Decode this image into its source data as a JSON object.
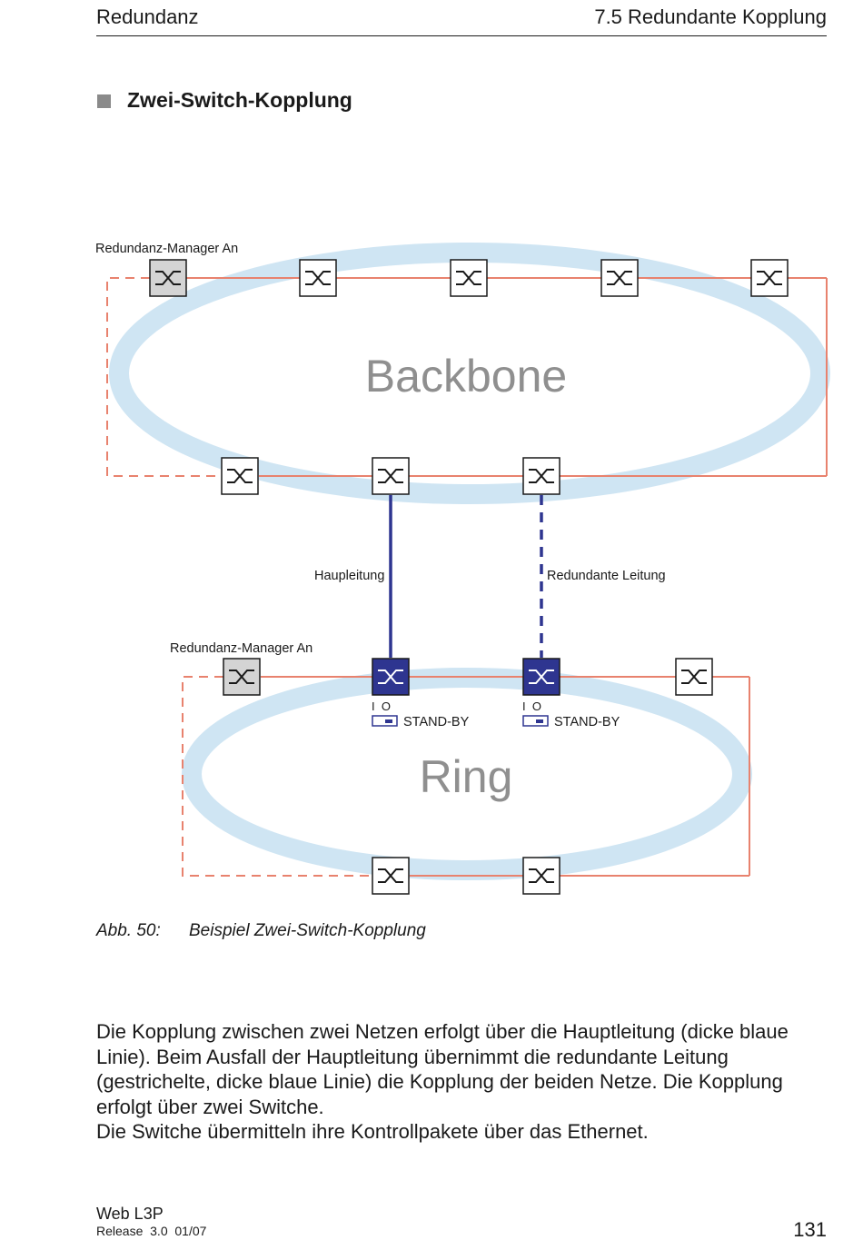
{
  "header": {
    "chapter": "Redundanz",
    "section": "7.5  Redundante Kopplung"
  },
  "section_title": "Zwei-Switch-Kopplung",
  "figure": {
    "labels": {
      "backbone_manager": "Redundanz-Manager An",
      "ring_manager": "Redundanz-Manager An",
      "main_line": "Haupleitung",
      "redundant_line": "Redundante Leitung",
      "backbone": "Backbone",
      "ring": "Ring",
      "io_main": "I  O",
      "io_redundant": "I  O",
      "standby_main": "STAND-BY",
      "standby_redundant": "STAND-BY"
    },
    "colors": {
      "ring_blue": "#cfe5f3",
      "link_red": "#e8826e",
      "coupling_blue": "#2e3590",
      "manager_gray": "#d4d4d4"
    }
  },
  "caption": {
    "number": "Abb. 50:",
    "text": "Beispiel Zwei-Switch-Kopplung"
  },
  "body": {
    "paragraph1": "Die Kopplung zwischen zwei Netzen erfolgt über die Hauptleitung (dicke blaue Linie). Beim Ausfall der Hauptleitung übernimmt die redundante Leitung (gestrichelte, dicke blaue Linie) die Kopplung der beiden Netze. Die Kopplung erfolgt über zwei Switche.",
    "paragraph2": "Die Switche übermitteln ihre Kontrollpakete über das Ethernet."
  },
  "footer": {
    "product": "Web L3P",
    "release": "Release  3.0  01/07",
    "page": "131"
  }
}
